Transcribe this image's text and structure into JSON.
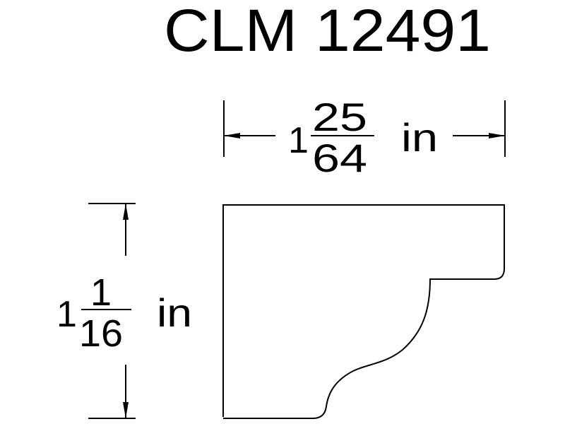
{
  "title": "CLM 12491",
  "width_dimension": {
    "whole": "1",
    "numerator": "25",
    "denominator": "64",
    "unit": "in"
  },
  "height_dimension": {
    "whole": "1",
    "numerator": "1",
    "denominator": "16",
    "unit": "in"
  },
  "colors": {
    "line": "#000000",
    "background": "#ffffff"
  }
}
